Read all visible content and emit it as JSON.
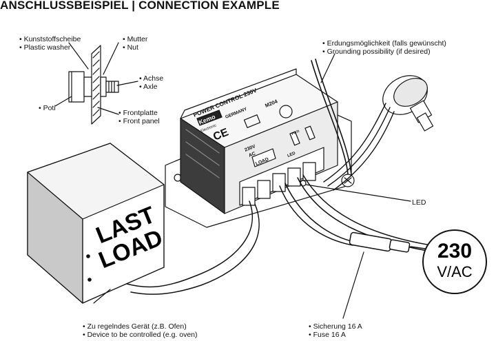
{
  "title": "ANSCHLUSSBEISPIEL | CONNECTION EXAMPLE",
  "labels": {
    "plastic_washer": [
      "Kunststoffscheibe",
      "Plastic washer"
    ],
    "nut": [
      "Mutter",
      "Nut"
    ],
    "axle": [
      "Achse",
      "Axle"
    ],
    "poti": [
      "Poti"
    ],
    "front_panel": [
      "Frontplatte",
      "Front panel"
    ],
    "grounding": [
      "Erdungsmöglichkeit (falls gewünscht)",
      "Grounding possibility (if desired)"
    ],
    "led": "LED",
    "device": [
      "Zu regelndes Gerät (z.B. Ofen)",
      "Device to be controlled (e.g. oven)"
    ],
    "fuse": [
      "Sicherung 16 A",
      "Fuse 16 A"
    ]
  },
  "device_box": {
    "header": "POWER CONTROL 230V",
    "brand": "Kemo",
    "brand_sub": "Electronic",
    "country": "GERMANY",
    "model": "M204",
    "ce": "CE",
    "voltage_top": "230V",
    "voltage_bottom": "AC",
    "load_tag": "LOAD",
    "poti_label": "POTI",
    "led_label": "LED"
  },
  "load_box": {
    "line1": "LAST",
    "line2": "LOAD"
  },
  "mains": {
    "value": "230",
    "unit": "V/AC"
  }
}
